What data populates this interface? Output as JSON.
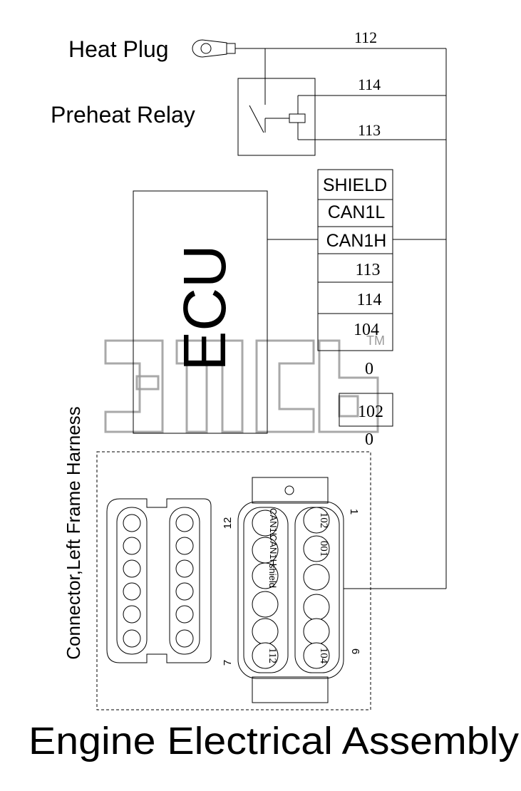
{
  "labels": {
    "heat_plug": "Heat Plug",
    "preheat_relay": "Preheat Relay",
    "ecu": "ECU",
    "connector": "Connector,Left Frame Harness",
    "title": "Engine Electrical Assembly",
    "watermark_tm": "TM"
  },
  "wires": {
    "w112_top": "112",
    "w114_relay": "114",
    "w113_relay": "113"
  },
  "ecu_pins": [
    "SHIELD",
    "CAN1L",
    "CAN1H",
    "113",
    "114",
    "104",
    "0",
    "102",
    "0"
  ],
  "connector": {
    "pin_numbers": {
      "p12": "12",
      "p1": "1",
      "p7": "7",
      "p6": "6"
    },
    "left_column": [
      "CAN1L",
      "CAN1H",
      "shield",
      "",
      "",
      "112"
    ],
    "right_column": [
      "102",
      "001",
      "",
      "",
      "",
      "104"
    ]
  },
  "colors": {
    "line": "#000000",
    "watermark": "#9a9a9a"
  }
}
